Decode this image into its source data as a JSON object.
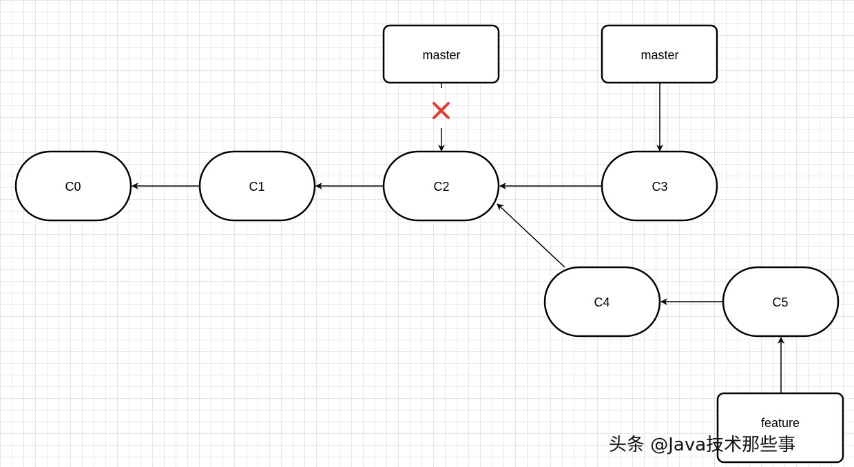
{
  "commits": [
    {
      "id": "c0",
      "label": "C0"
    },
    {
      "id": "c1",
      "label": "C1"
    },
    {
      "id": "c2",
      "label": "C2"
    },
    {
      "id": "c3",
      "label": "C3"
    },
    {
      "id": "c4",
      "label": "C4"
    },
    {
      "id": "c5",
      "label": "C5"
    }
  ],
  "branches": {
    "master_old": "master",
    "master_new": "master",
    "feature": "feature"
  },
  "edges": [
    {
      "from": "c1",
      "to": "c0"
    },
    {
      "from": "c2",
      "to": "c1"
    },
    {
      "from": "c3",
      "to": "c2"
    },
    {
      "from": "c4",
      "to": "c2"
    },
    {
      "from": "c5",
      "to": "c4"
    },
    {
      "from": "master_new",
      "to": "c3"
    },
    {
      "from": "feature",
      "to": "c5"
    },
    {
      "from": "master_old",
      "to": "c2",
      "removed": true
    }
  ],
  "colors": {
    "stroke": "#000000",
    "removed_mark": "#e03c31"
  },
  "icons": {
    "removed_mark": "cross-mark-icon"
  },
  "watermark": "头条 @Java技术那些事"
}
